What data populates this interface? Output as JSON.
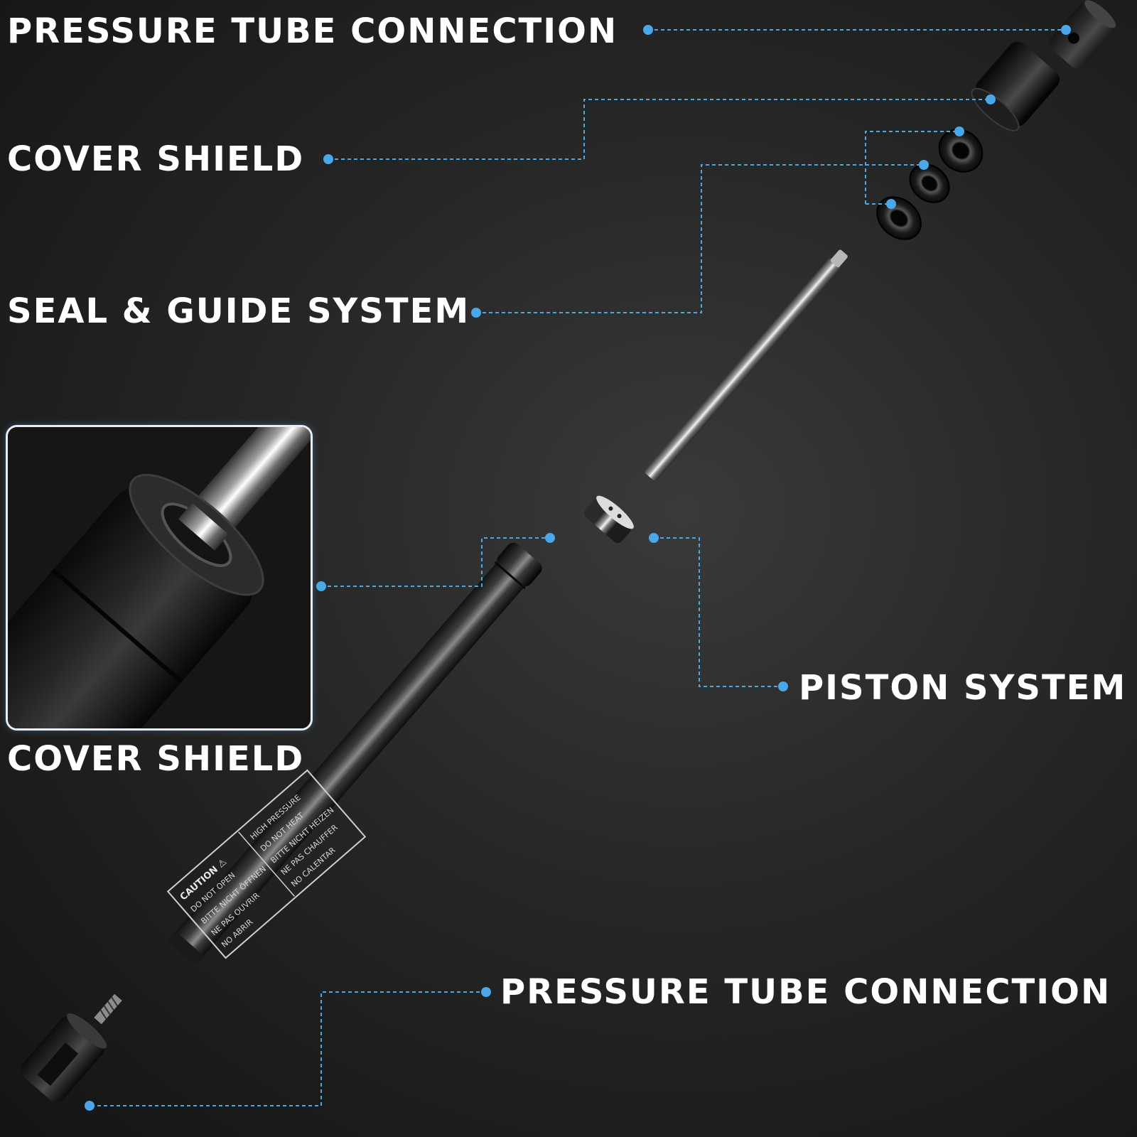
{
  "colors": {
    "background": "#1e1e1e",
    "label_text": "#ffffff",
    "callout_line": "#4aa8e8",
    "callout_dot": "#4aa8e8"
  },
  "labels": {
    "pressure_tube_top": "PRESSURE TUBE CONNECTION",
    "cover_shield_top": "COVER SHIELD",
    "seal_guide": "SEAL & GUIDE SYSTEM",
    "piston": "PISTON SYSTEM",
    "cover_shield_inset": "COVER SHIELD",
    "pressure_tube_bottom": "PRESSURE TUBE CONNECTION"
  },
  "warning_label": {
    "left": [
      "CAUTION ⚠",
      "DO NOT OPEN",
      "BITTE NICHT ÖFFNEN",
      "NE PAS OUVRIR",
      "NO ABRIR"
    ],
    "right": [
      "HIGH PRESSURE",
      "DO NOT HEAT",
      "BITTE NICHT HEIZEN",
      "NE PAS CHAUFFER",
      "NO CALENTAR"
    ]
  }
}
